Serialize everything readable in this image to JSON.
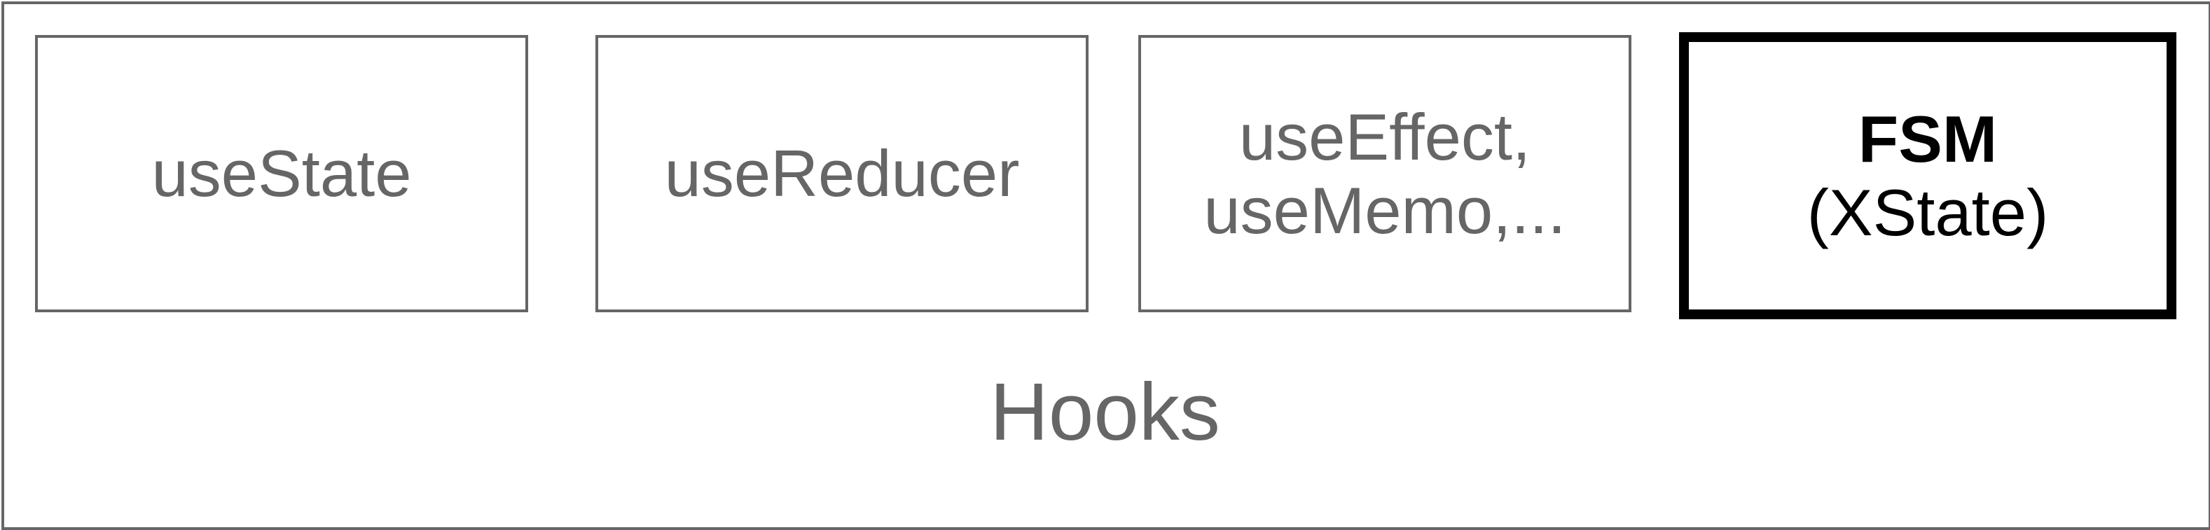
{
  "boxes": [
    {
      "lines": [
        "useState"
      ]
    },
    {
      "lines": [
        "useReducer"
      ]
    },
    {
      "lines": [
        "useEffect,",
        "useMemo,..."
      ]
    },
    {
      "title": "FSM",
      "subtitle": "(XState)"
    }
  ],
  "container_label": "Hooks",
  "colors": {
    "border_gray": "#666666",
    "text_gray": "#666666",
    "highlight_border": "#000000"
  }
}
